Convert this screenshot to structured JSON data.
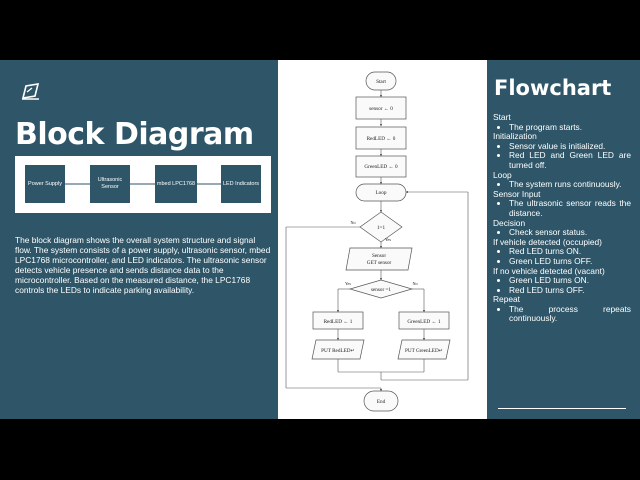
{
  "block_diagram": {
    "title": "Block Diagram",
    "nodes": [
      "Power Supply",
      "Ultrasonic Sensor",
      "mbed LPC1768",
      "LED Indicators"
    ],
    "description": "The block diagram shows the overall system structure and signal flow. The system consists of a power supply, ultrasonic sensor, mbed LPC1768 microcontroller, and LED indicators. The ultrasonic sensor detects vehicle presence and sends distance data to the microcontroller. Based on the measured distance, the LPC1768 controls the LEDs to indicate parking availability."
  },
  "flowchart_diagram": {
    "start": "Start",
    "init1": "sensor ← 0",
    "init2": "RedLED ← 0",
    "init3": "GreenLED ← 0",
    "loop": "Loop",
    "loop_cond": "1=1",
    "loop_yes": "Yes",
    "loop_no": "No",
    "get_line1": "Sensor",
    "get_line2": "GET sensor",
    "decision": "sensor =1",
    "dec_yes": "Yes",
    "dec_no": "No",
    "red_assign": "RedLED ← 1",
    "green_assign": "GreenLED ← 1",
    "put_red": "PUT RedLED↵",
    "put_green": "PUT GreenLED↵",
    "end": "End"
  },
  "flowchart_text": {
    "title": "Flowchart",
    "sections": [
      {
        "heading": "Start",
        "items": [
          "The program starts."
        ]
      },
      {
        "heading": "Initialization",
        "items": [
          "Sensor value is initialized.",
          "Red LED and Green LED are turned off."
        ]
      },
      {
        "heading": "Loop",
        "items": [
          "The system runs continuously."
        ]
      },
      {
        "heading": "Sensor Input",
        "items": [
          "The ultrasonic sensor reads the distance."
        ]
      },
      {
        "heading": "Decision",
        "items": [
          "Check sensor status."
        ]
      },
      {
        "heading": "If vehicle detected (occupied)",
        "items": [
          "Red LED turns ON.",
          "Green LED turns OFF."
        ]
      },
      {
        "heading": "If no vehicle detected (vacant)",
        "items": [
          "Green LED turns ON.",
          "Red LED turns OFF."
        ]
      },
      {
        "heading": "Repeat",
        "items": [
          "The process repeats continuously."
        ]
      }
    ]
  },
  "colors": {
    "panel": "#2e5668",
    "page": "#ffffff",
    "letterbox": "#000000"
  }
}
